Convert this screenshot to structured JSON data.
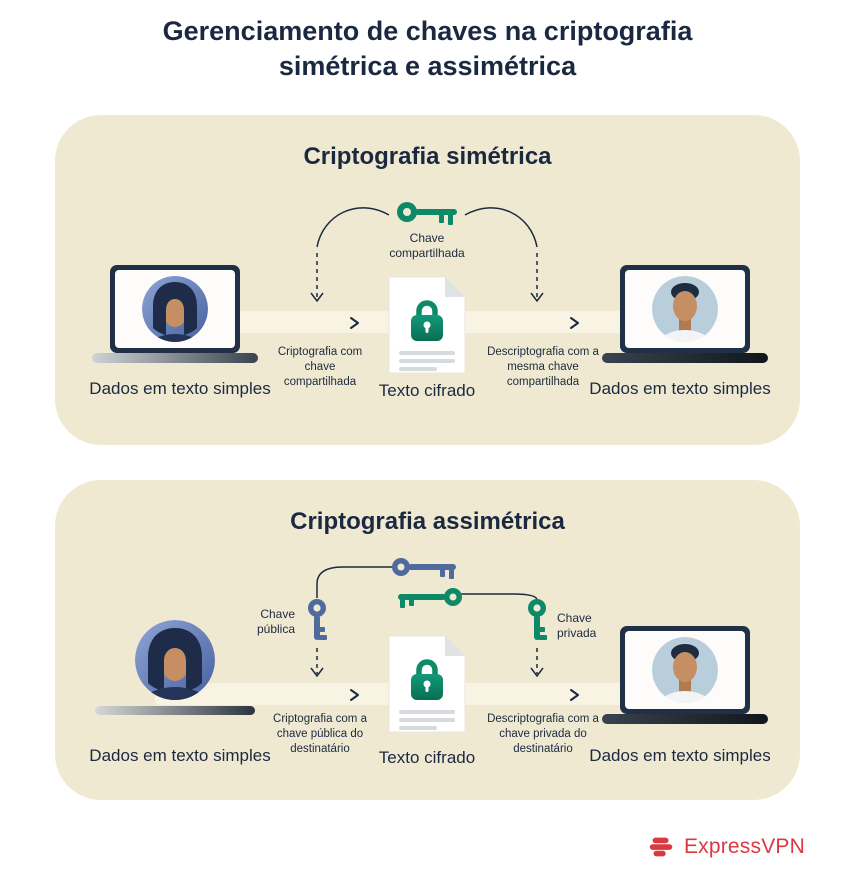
{
  "title": "Gerenciamento de chaves na criptografia simétrica e assimétrica",
  "panels": {
    "symmetric": {
      "title": "Criptografia simétrica",
      "shared_key_label": "Chave compartilhada",
      "sender_label": "Dados em texto simples",
      "cipher_label": "Texto cifrado",
      "receiver_label": "Dados em texto simples",
      "encrypt_caption": "Criptografia com chave compartilhada",
      "decrypt_caption": "Descriptografia com a mesma chave compartilhada"
    },
    "asymmetric": {
      "title": "Criptografia assimétrica",
      "public_key_label": "Chave pública",
      "private_key_label": "Chave privada",
      "sender_label": "Dados em texto simples",
      "cipher_label": "Texto cifrado",
      "receiver_label": "Dados em texto simples",
      "encrypt_caption": "Criptografia com a chave pública do destinatário",
      "decrypt_caption": "Descriptografia com a chave privada do destinatário"
    }
  },
  "footer": {
    "brand": "ExpressVPN"
  },
  "icons": {
    "shared_key": "key-icon",
    "public_key": "key-icon-blue",
    "private_key": "key-icon-green",
    "cipher_document": "locked-document-icon"
  },
  "colors": {
    "panel_bg": "#f0e9d2",
    "flow_band": "#f8f3e2",
    "key_green": "#0e8968",
    "key_blue": "#4f6b9e",
    "ink": "#1b2940",
    "brand_red": "#da3940"
  }
}
